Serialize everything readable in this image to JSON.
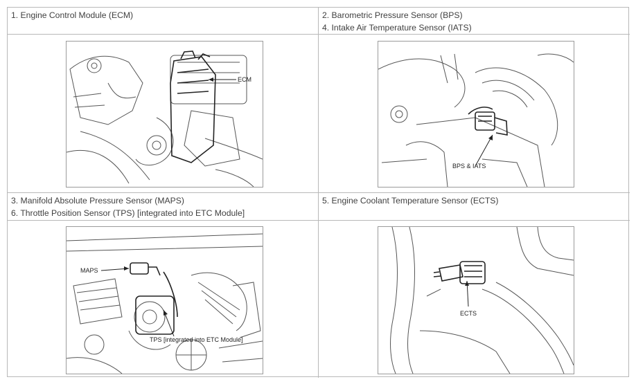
{
  "cells": {
    "ecm": {
      "lines": [
        "1. Engine Control Module (ECM)"
      ],
      "callouts": [
        "ECM"
      ]
    },
    "bps": {
      "lines": [
        "2. Barometric Pressure Sensor (BPS)",
        "4. Intake Air Temperature Sensor (IATS)"
      ],
      "callouts": [
        "BPS & IATS"
      ]
    },
    "maps": {
      "lines": [
        "3. Manifold Absolute Pressure Sensor (MAPS)",
        "6. Throttle Position Sensor (TPS) [integrated into ETC Module]"
      ],
      "callouts": [
        "MAPS",
        "TPS [integrated into ETC Module]"
      ]
    },
    "ects": {
      "lines": [
        "5. Engine Coolant Temperature Sensor (ECTS)"
      ],
      "callouts": [
        "ECTS"
      ]
    }
  }
}
